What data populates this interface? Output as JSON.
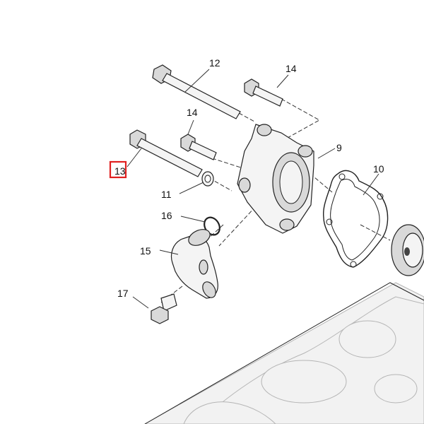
{
  "labels": {
    "p9": "9",
    "p10": "10",
    "p11": "11",
    "p12": "12",
    "p13": "13",
    "p14a": "14",
    "p14b": "14",
    "p15": "15",
    "p16": "16",
    "p17": "17"
  },
  "highlight": {
    "target": "p13",
    "color": "#e02020"
  }
}
